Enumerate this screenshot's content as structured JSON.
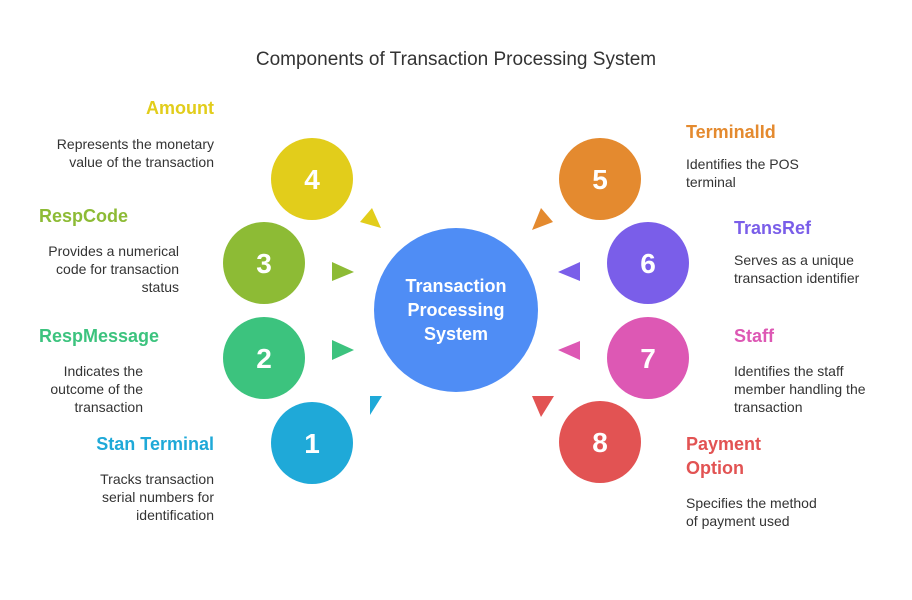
{
  "title": "Components of Transaction Processing System",
  "center": {
    "label": "Transaction Processing System",
    "color": "#4f8df5"
  },
  "items": [
    {
      "number": "1",
      "heading": "Stan Terminal",
      "description": "Tracks transaction serial numbers for identification",
      "color": "#1fa9d8"
    },
    {
      "number": "2",
      "heading": "RespMessage",
      "description": "Indicates the outcome of the transaction",
      "color": "#3cc37e"
    },
    {
      "number": "3",
      "heading": "RespCode",
      "description": "Provides a numerical code for transaction status",
      "color": "#8dbb35"
    },
    {
      "number": "4",
      "heading": "Amount",
      "description": "Represents the monetary value of the transaction",
      "color": "#e2cd1b"
    },
    {
      "number": "5",
      "heading": "TerminalId",
      "description": "Identifies the POS terminal",
      "color": "#e48a2f"
    },
    {
      "number": "6",
      "heading": "TransRef",
      "description": "Serves as a unique transaction identifier",
      "color": "#7a5ee9"
    },
    {
      "number": "7",
      "heading": "Staff",
      "description": "Identifies the staff member handling the transaction",
      "color": "#dd58b4"
    },
    {
      "number": "8",
      "heading": "Payment Option",
      "description": "Specifies the method of payment used",
      "color": "#e25353"
    }
  ]
}
